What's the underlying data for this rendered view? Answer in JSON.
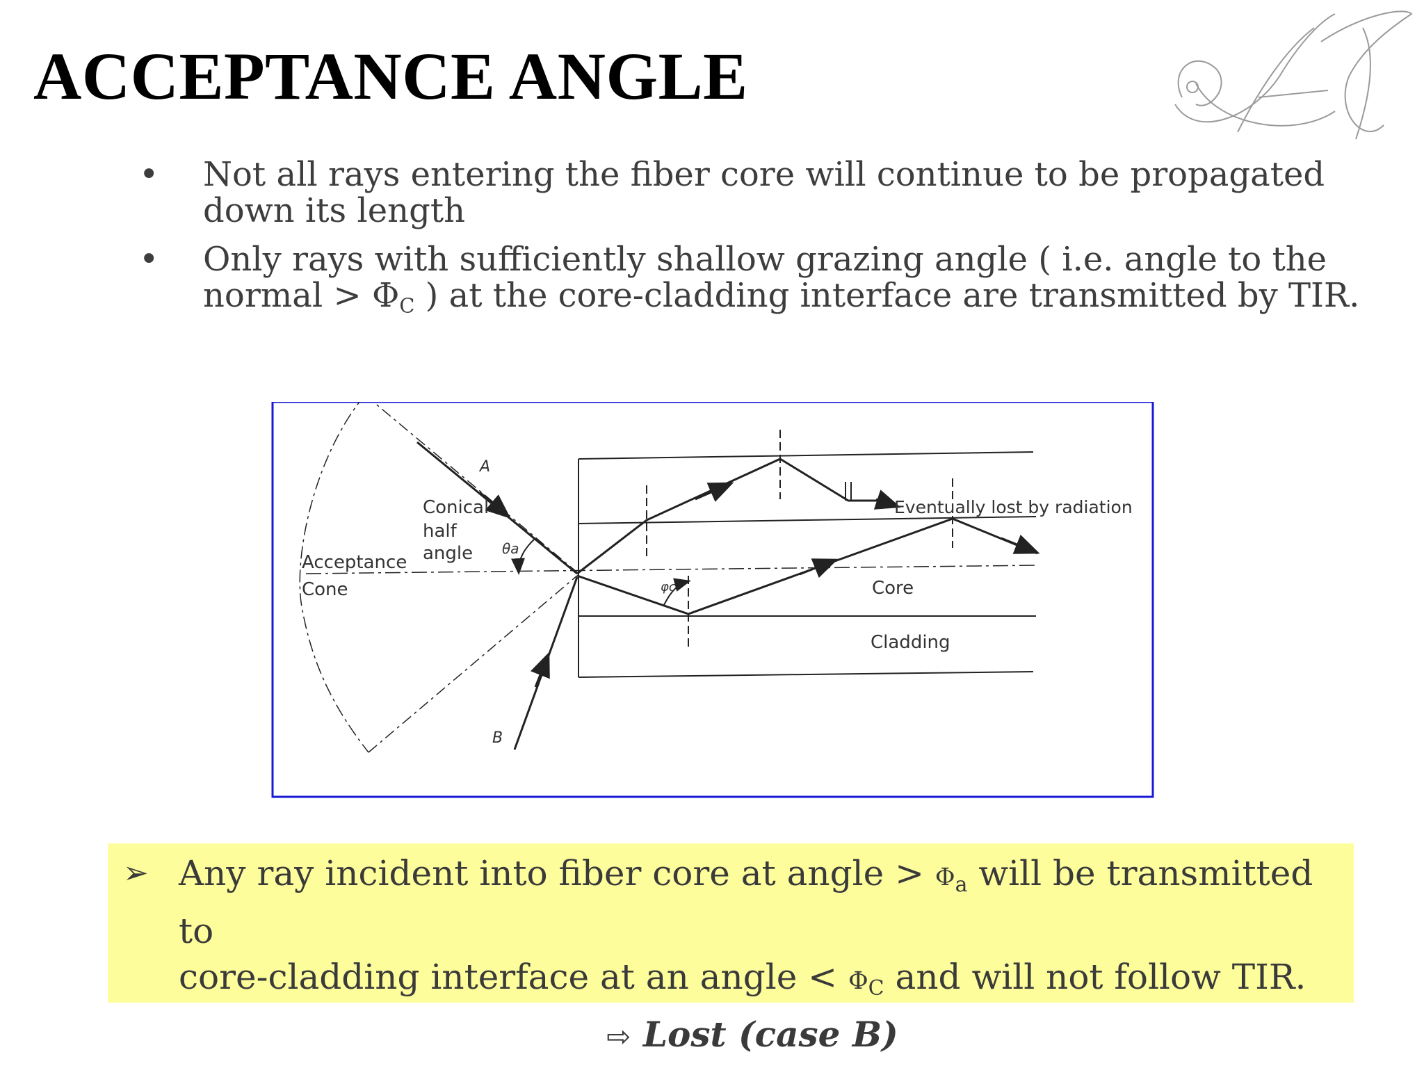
{
  "title": "ACCEPTANCE ANGLE",
  "bullets": [
    {
      "line1": "Not all rays entering the fiber core will continue to be propagated",
      "line2": "down its length"
    },
    {
      "line1": "Only rays with sufficiently shallow grazing angle ( i.e. angle to the",
      "line2_a": "normal > Φ",
      "line2_sub": "C",
      "line2_b": " ) at the core-cladding interface are transmitted by TIR."
    }
  ],
  "bullet_symbol": "•",
  "diagram": {
    "label_a": "A",
    "label_b": "B",
    "conical": "Conical",
    "half": "half",
    "angle": "angle",
    "theta": "θa",
    "acceptance": "Acceptance",
    "cone": "Cone",
    "phi_c": "φc",
    "lost": "Eventually lost by radiation",
    "core": "Core",
    "cladding": "Cladding",
    "border_color": "#1a1ad6"
  },
  "callout": {
    "arrow": "➢",
    "text1_a": "Any ray incident into fiber core at angle > ",
    "text1_phi": "Φ",
    "text1_sub": "a",
    "text1_b": " will be transmitted to",
    "text2_a": "core-cladding interface at an angle < ",
    "text2_phi": "Φ",
    "text2_sub": "C",
    "text2_b": "  and will not follow TIR.",
    "implies": "⇨",
    "conclusion": "Lost (case B)",
    "background": "#fdfd9b"
  },
  "logo": {
    "text": "AJ",
    "color": "#9a9a9a"
  }
}
